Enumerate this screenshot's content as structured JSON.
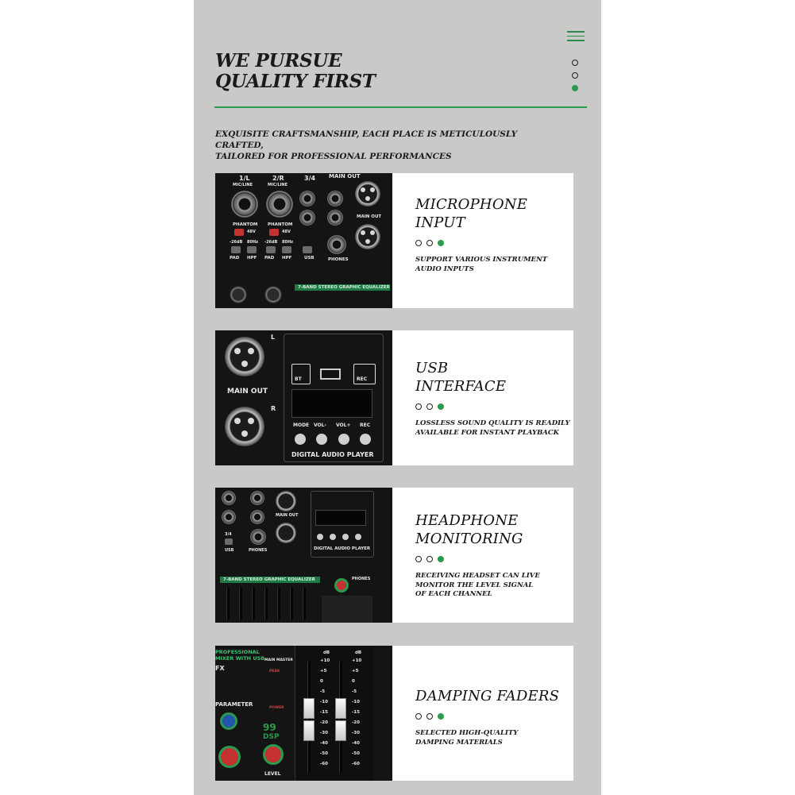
{
  "header": {
    "title_line1": "WE PURSUE",
    "title_line2": "QUALITY FIRST",
    "subtitle_line1": "EXQUISITE CRAFTSMANSHIP, EACH PLACE IS METICULOUSLY CRAFTED,",
    "subtitle_line2": "TAILORED FOR PROFESSIONAL PERFORMANCES"
  },
  "colors": {
    "accent": "#2a9a4e",
    "panel": "#c9cac8",
    "card": "#ffffff",
    "device": "#141414"
  },
  "icons": {
    "menu": "hamburger-menu-icon",
    "nav_dots": "pagination-dot-icon"
  },
  "features": [
    {
      "title_line1": "MICROPHONE",
      "title_line2": "INPUT",
      "desc_line1": "SUPPORT VARIOUS INSTRUMENT",
      "desc_line2": "AUDIO INPUTS",
      "desc_line3": ""
    },
    {
      "title_line1": "USB",
      "title_line2": "INTERFACE",
      "desc_line1": "LOSSLESS SOUND QUALITY IS READILY",
      "desc_line2": "AVAILABLE FOR INSTANT PLAYBACK",
      "desc_line3": ""
    },
    {
      "title_line1": "HEADPHONE",
      "title_line2": "MONITORING",
      "desc_line1": "RECEIVING HEADSET CAN LIVE",
      "desc_line2": "MONITOR THE LEVEL SIGNAL",
      "desc_line3": "OF EACH CHANNEL"
    },
    {
      "title_line1": "DAMPING FADERS",
      "title_line2": "",
      "desc_line1": "SELECTED HIGH-QUALITY",
      "desc_line2": "DAMPING MATERIALS",
      "desc_line3": ""
    }
  ],
  "device_labels": {
    "ch1": "1/L",
    "ch2": "2/R",
    "ch34": "3/4",
    "mic_line": "MIC/LINE",
    "phantom": "PHANTOM",
    "v48": "48V",
    "pad": "PAD",
    "hpf": "HPF",
    "db26": "-26dB",
    "hz80": "80Hz",
    "usb": "USB",
    "main_out": "MAIN OUT",
    "phones": "PHONES",
    "eq_strip": "7-BAND STEREO GRAPHIC EQUALIZER",
    "L": "L",
    "R": "R",
    "bt": "BT",
    "rec": "REC",
    "mode": "MODE",
    "vol_minus": "VOL-",
    "vol_plus": "VOL+",
    "rec_btn": "REC",
    "player": "DIGITAL AUDIO PLAYER",
    "professional": "PROFESSIONAL",
    "mixer_usb": "MIXER WITH USB",
    "fx": "FX",
    "parameter": "PARAMETER",
    "level": "LEVEL",
    "main_master": "MAIN MASTER",
    "peak": "PEAK",
    "power": "POWER",
    "dsp": "DSP",
    "dsp_num": "99",
    "db": "dB",
    "fader_scale": [
      "+10",
      "+5",
      "0",
      "-5",
      "-10",
      "-15",
      "-20",
      "-30",
      "-40",
      "-50",
      "-60"
    ]
  }
}
